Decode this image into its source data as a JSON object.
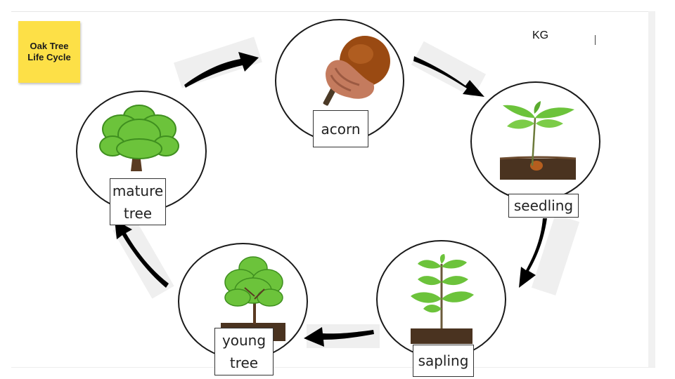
{
  "sticky_note": {
    "text": "Oak Tree Life Cycle",
    "color": "#fde047"
  },
  "corner_text": "KG",
  "stages": [
    {
      "label": "acorn",
      "icon": "acorn-icon"
    },
    {
      "label": "seedling",
      "icon": "seedling-icon"
    },
    {
      "label": "sapling",
      "icon": "sapling-icon"
    },
    {
      "label": "young tree",
      "label_lines": [
        "young",
        "tree"
      ],
      "icon": "young-tree-icon"
    },
    {
      "label": "mature tree",
      "label_lines": [
        "mature",
        "tree"
      ],
      "icon": "mature-tree-icon"
    }
  ],
  "cycle_order": [
    "acorn",
    "seedling",
    "sapling",
    "young tree",
    "mature tree",
    "acorn"
  ],
  "colors": {
    "arrow": "#000000",
    "leaf": "#6cc33b",
    "leaf_dark": "#3f8f1f",
    "trunk": "#5a3b22",
    "soil": "#4a3320",
    "acorn_cap": "#b86b4b",
    "acorn_nut": "#9a4a12"
  }
}
